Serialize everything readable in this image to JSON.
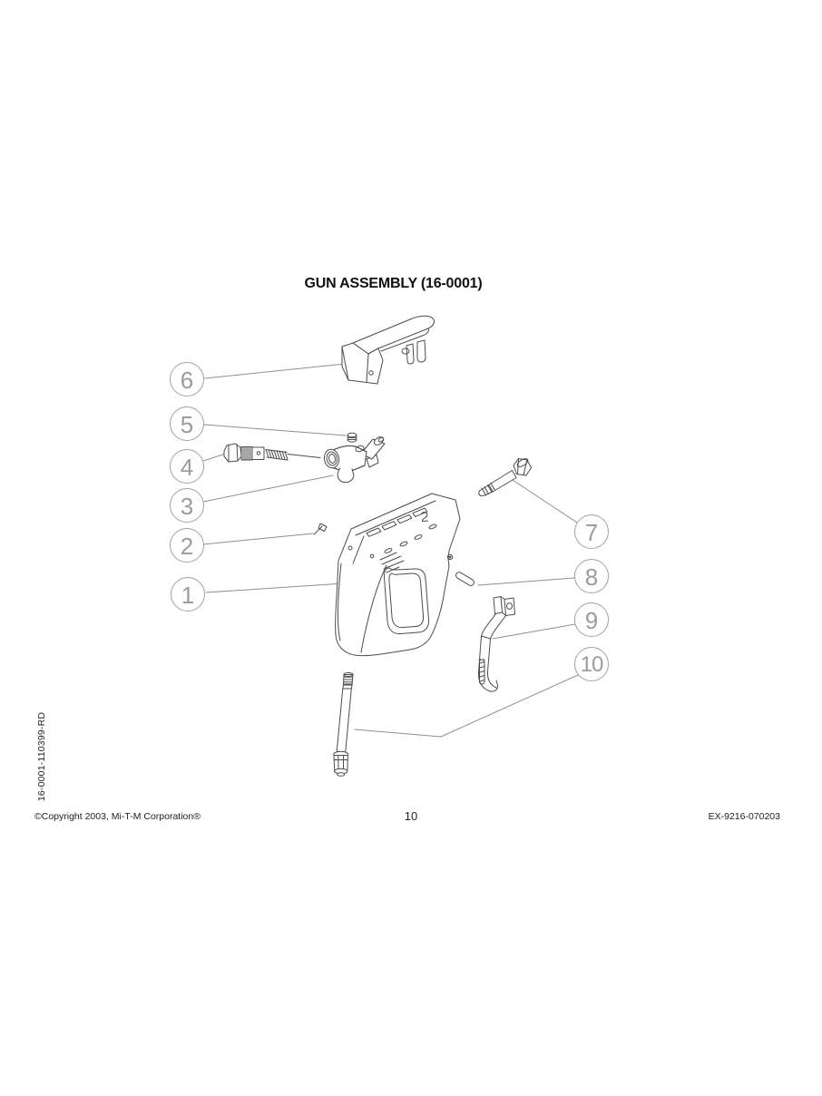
{
  "page": {
    "title": "GUN ASSEMBLY (16-0001)",
    "page_number": "10",
    "copyright": "©Copyright 2003, Mi-T-M Corporation®",
    "doc_code": "EX-9216-070203",
    "side_label": "16-0001-110399-RD"
  },
  "diagram": {
    "callouts": [
      "1",
      "2",
      "3",
      "4",
      "5",
      "6",
      "7",
      "8",
      "9",
      "10"
    ]
  },
  "colors": {
    "art_line": "#4c4c4c",
    "leader_line": "#8f8f8f",
    "callout": "#9c9c9c",
    "background": "#ffffff"
  }
}
